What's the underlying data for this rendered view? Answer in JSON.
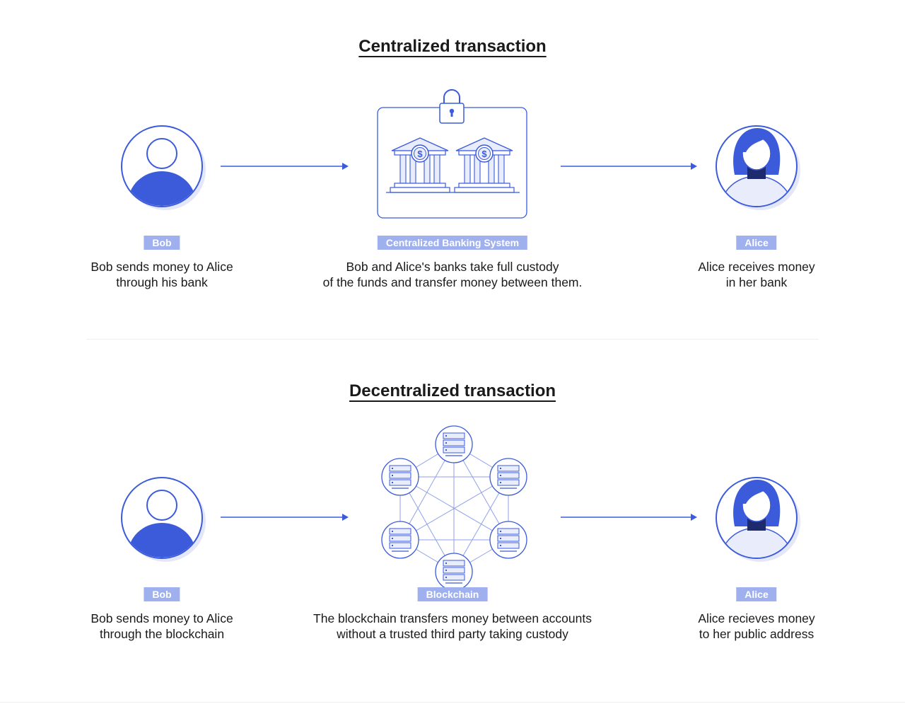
{
  "centralized": {
    "title": "Centralized transaction",
    "bob": {
      "tag": "Bob",
      "desc_line1": "Bob sends money to Alice",
      "desc_line2": "through his bank"
    },
    "system": {
      "tag": "Centralized Banking System",
      "desc_line1": "Bob and Alice's banks take full custody",
      "desc_line2": "of the funds and transfer money between them."
    },
    "alice": {
      "tag": "Alice",
      "desc_line1": "Alice receives money",
      "desc_line2": "in her bank"
    }
  },
  "decentralized": {
    "title": "Decentralized transaction",
    "bob": {
      "tag": "Bob",
      "desc_line1": "Bob sends money to Alice",
      "desc_line2": "through the blockchain"
    },
    "system": {
      "tag": "Blockchain",
      "desc_line1": "The blockchain transfers money between accounts",
      "desc_line2": "without a trusted third party taking custody"
    },
    "alice": {
      "tag": "Alice",
      "desc_line1": "Alice recieves money",
      "desc_line2": "to her public address"
    }
  },
  "colors": {
    "accent": "#3b5bdb",
    "tag_bg": "#9fb0ee",
    "shadow": "#e3e7f8",
    "light_fill": "#e8ecfb"
  },
  "icons": [
    "user-icon",
    "arrow-right-icon",
    "lock-icon",
    "bank-icon",
    "dollar-icon",
    "server-icon"
  ]
}
